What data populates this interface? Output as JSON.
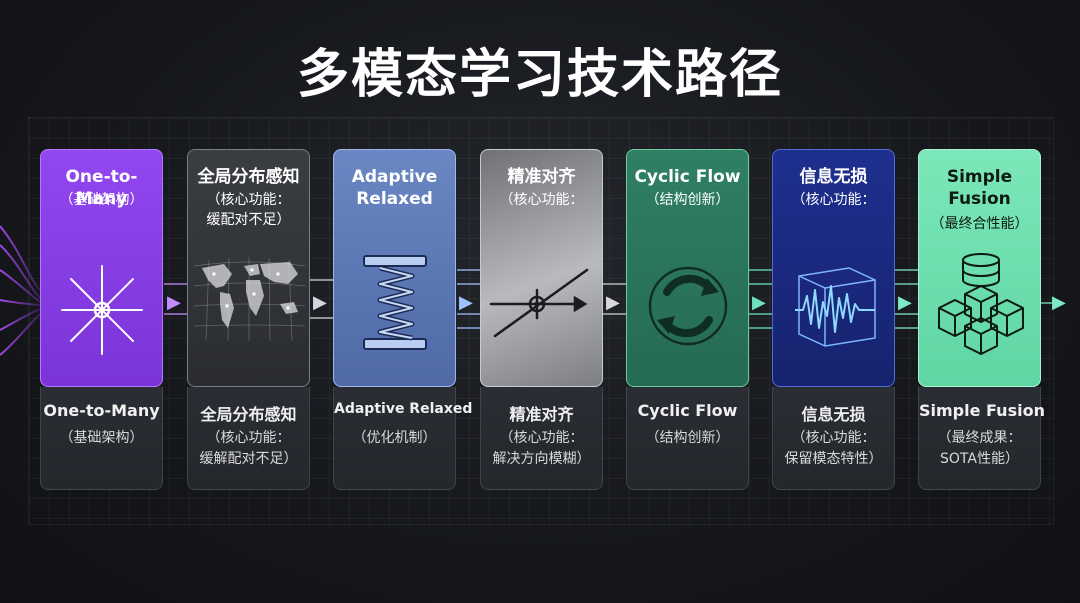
{
  "title": "多模态学习技术路径",
  "stages": [
    {
      "card_title": "One-to-Many",
      "card_sub": [
        "（基础架构）"
      ],
      "icon": "starburst-icon",
      "panel_title": "One-to-Many",
      "panel_sub": [
        "（基础架构）"
      ],
      "color": "#8a3ee6"
    },
    {
      "card_title": "全局分布感知",
      "card_sub": [
        "（核心功能：",
        "缓配对不足）"
      ],
      "icon": "world-map-icon",
      "panel_title": "全局分布感知",
      "panel_sub": [
        "（核心功能：",
        "缓解配对不足）"
      ],
      "color": "#55595f"
    },
    {
      "card_title": "Adaptive Relaxed",
      "card_sub": [],
      "icon": "spring-icon",
      "panel_title": "Adaptive Relaxed",
      "panel_sub": [
        "（优化机制）"
      ],
      "color": "#5b78b5"
    },
    {
      "card_title": "精准对齐",
      "card_sub": [
        "（核心功能："
      ],
      "icon": "alignment-arrow-icon",
      "panel_title": "精准对齐",
      "panel_sub": [
        "（核心功能：",
        "解决方向模糊）"
      ],
      "color": "#9a9ca0"
    },
    {
      "card_title": "Cyclic Flow",
      "card_sub": [
        "（结构创新）"
      ],
      "icon": "cycle-arrows-icon",
      "panel_title": "Cyclic Flow",
      "panel_sub": [
        "（结构创新）"
      ],
      "color": "#2f7a5f"
    },
    {
      "card_title": "信息无损",
      "card_sub": [
        "（核心功能："
      ],
      "icon": "waveform-cube-icon",
      "panel_title": "信息无损",
      "panel_sub": [
        "（核心功能：",
        "保留模态特性）"
      ],
      "color": "#1c2c86"
    },
    {
      "card_title": "Simple Fusion",
      "card_sub": [
        "（最终合性能）"
      ],
      "icon": "fusion-cubes-icon",
      "panel_title": "Simple Fusion",
      "panel_sub": [
        "（最终成果：",
        "SOTA性能）"
      ],
      "color": "#6fe0ae"
    }
  ]
}
